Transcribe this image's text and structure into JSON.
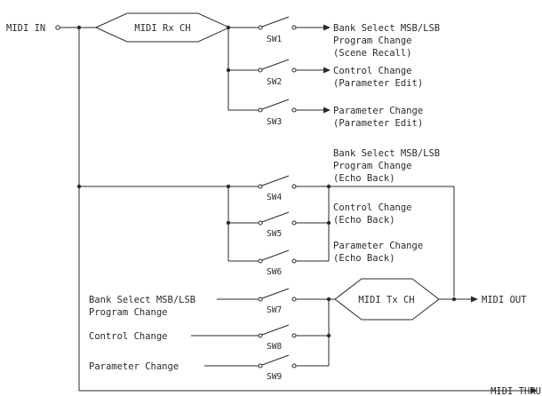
{
  "input": {
    "label": "MIDI IN"
  },
  "rx_block": {
    "label": "MIDI Rx CH"
  },
  "tx_block": {
    "label": "MIDI Tx CH"
  },
  "receive_switches": [
    {
      "name": "SW1",
      "lines": [
        "Bank Select MSB/LSB",
        "Program Change",
        "(Scene Recall)"
      ]
    },
    {
      "name": "SW2",
      "lines": [
        "Control Change",
        "(Parameter Edit)"
      ]
    },
    {
      "name": "SW3",
      "lines": [
        "Parameter Change",
        "(Parameter Edit)"
      ]
    }
  ],
  "echo_switches": [
    {
      "name": "SW4",
      "lines": [
        "Bank Select MSB/LSB",
        "Program Change",
        "(Echo Back)"
      ]
    },
    {
      "name": "SW5",
      "lines": [
        "Control Change",
        "(Echo Back)"
      ]
    },
    {
      "name": "SW6",
      "lines": [
        "Parameter Change",
        "(Echo Back)"
      ]
    }
  ],
  "transmit_switches": [
    {
      "name": "SW7",
      "lines": [
        "Bank Select MSB/LSB",
        "Program Change"
      ]
    },
    {
      "name": "SW8",
      "lines": [
        "Control Change"
      ]
    },
    {
      "name": "SW9",
      "lines": [
        "Parameter Change"
      ]
    }
  ],
  "outputs": {
    "midi_out": "MIDI OUT",
    "midi_thru": "MIDI THRU"
  }
}
